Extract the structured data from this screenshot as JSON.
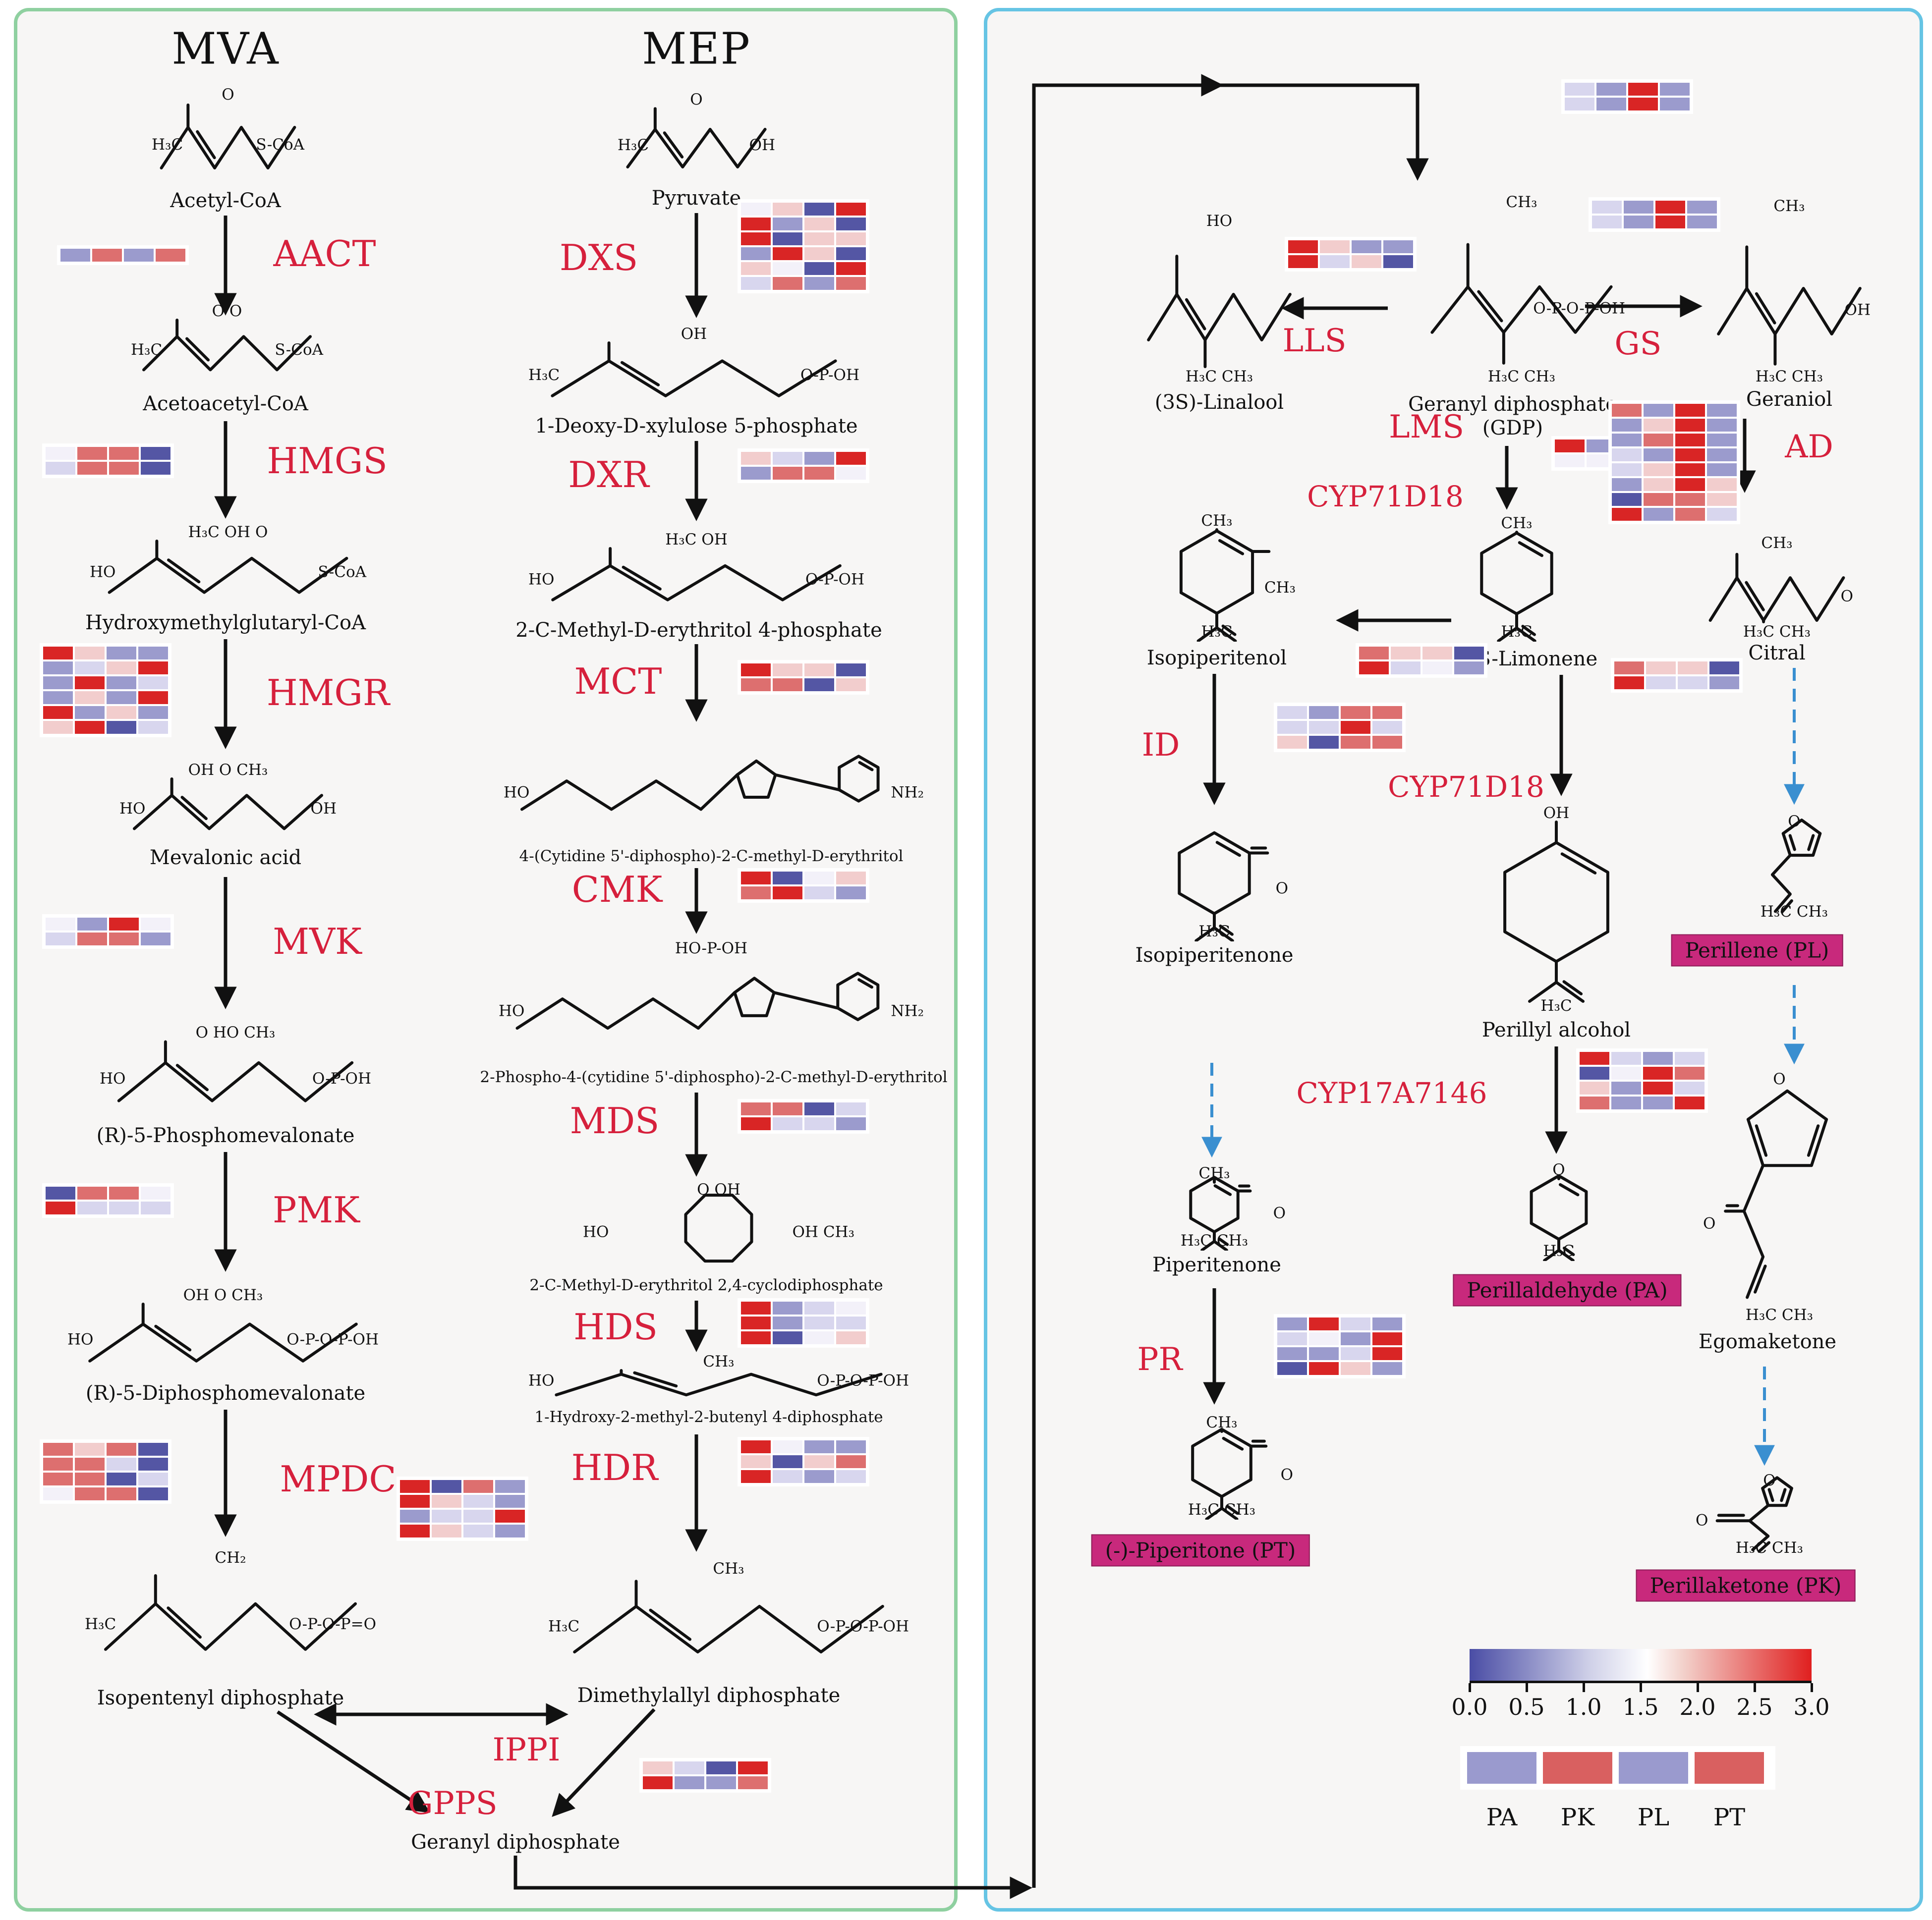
{
  "titles": {
    "mva": "MVA",
    "mep": "MEP"
  },
  "panel_colors": {
    "left_border": "#8fd0a0",
    "right_border": "#66c4e4",
    "fill": "#f7f6f5"
  },
  "palette": {
    "R": "#d92525",
    "r": "#dd6f6f",
    "p": "#f2cdcd",
    "w": "#f3f1f9",
    "l": "#d8d6ee",
    "m": "#9b9bcd",
    "B": "#5456a4"
  },
  "arrow_colors": {
    "black": "#111111",
    "blue": "#3a8fd0"
  },
  "highlight_color": "#c8297c",
  "compounds": [
    {
      "name": "Acetyl-CoA",
      "marks": {
        "t": "O",
        "l": "H₃C",
        "r": "S-CoA"
      }
    },
    {
      "name": "Acetoacetyl-CoA",
      "marks": {
        "t": "O        O",
        "l": "H₃C",
        "r": "S-CoA"
      }
    },
    {
      "name": "Hydroxymethylglutaryl-CoA",
      "marks": {
        "t": "H₃C  OH  O",
        "l": "HO",
        "r": "S-CoA"
      }
    },
    {
      "name": "Mevalonic acid",
      "marks": {
        "t": "OH O    CH₃",
        "l": "HO",
        "r": "OH"
      }
    },
    {
      "name": "(R)-5-Phosphomevalonate",
      "marks": {
        "t": "O HO   CH₃",
        "l": "HO",
        "r": "O-P-OH"
      }
    },
    {
      "name": "(R)-5-Diphosphomevalonate",
      "marks": {
        "t": "OH O    CH₃",
        "l": "HO",
        "r": "O-P-O-P-OH"
      }
    },
    {
      "name": "Isopentenyl diphosphate",
      "marks": {
        "t": "CH₂",
        "l": "H₃C",
        "r": "O-P-O-P=O"
      }
    },
    {
      "name": "Pyruvate",
      "marks": {
        "t": "O",
        "l": "H₃C",
        "r": "OH"
      }
    },
    {
      "name": "1-Deoxy-D-xylulose 5-phosphate",
      "marks": {
        "t": "OH",
        "l": "H₃C",
        "r": "O-P-OH"
      }
    },
    {
      "name": "2-C-Methyl-D-erythritol 4-phosphate",
      "marks": {
        "t": "H₃C  OH",
        "l": "HO",
        "r": "O-P-OH"
      }
    },
    {
      "name": "4-(Cytidine 5'-diphospho)-2-C-methyl-D-erythritol",
      "marks": {
        "l": "HO",
        "r": "NH₂"
      }
    },
    {
      "name": "2-Phospho-4-(cytidine 5'-diphospho)-2-C-methyl-D-erythritol",
      "marks": {
        "t": "HO-P-OH",
        "l": "HO",
        "r": "NH₂"
      }
    },
    {
      "name": "2-C-Methyl-D-erythritol 2,4-cyclodiphosphate",
      "marks": {
        "t": "O   OH",
        "l": "HO",
        "r": "OH  CH₃"
      }
    },
    {
      "name": "1-Hydroxy-2-methyl-2-butenyl 4-diphosphate",
      "marks": {
        "t": "CH₃",
        "l": "HO",
        "r": "O-P-O-P-OH"
      }
    },
    {
      "name": "Dimethylallyl diphosphate",
      "marks": {
        "t": "CH₃",
        "l": "H₃C",
        "r": "O-P-O-P-OH"
      }
    },
    {
      "name": "Geranyl diphosphate",
      "marks": {}
    },
    {
      "name": "(3S)-Linalool",
      "marks": {
        "t": "HO",
        "b": "H₃C     CH₃"
      }
    },
    {
      "name": "Geranyl diphosphate",
      "name2": "(GDP)",
      "marks": {
        "t": "CH₃",
        "r": "O-P-O-P-OH",
        "b": "H₃C     CH₃"
      }
    },
    {
      "name": "Geraniol",
      "marks": {
        "t": "CH₃",
        "r": "OH",
        "b": "H₃C     CH₃"
      }
    },
    {
      "name": "Isopiperitenol",
      "marks": {
        "t": "CH₃",
        "r": "CH₃",
        "b": "H₃C"
      }
    },
    {
      "name": "(-)-4S-Limonene",
      "marks": {
        "t": "CH₃",
        "b": "H₃C"
      }
    },
    {
      "name": "Citral",
      "marks": {
        "t": "CH₃",
        "r": "O",
        "b": "H₃C    CH₃"
      }
    },
    {
      "name": "Isopiperitenone",
      "marks": {
        "r": "O",
        "b": "H₃C"
      }
    },
    {
      "name": "Perillyl alcohol",
      "marks": {
        "t": "OH",
        "b": "H₃C"
      }
    },
    {
      "name": "Perillene (PL)",
      "marks": {
        "t": "O",
        "b": "H₃C    CH₃"
      }
    },
    {
      "name": "Piperitenone",
      "marks": {
        "t": "CH₃",
        "r": "O",
        "b": "H₃C   CH₃"
      }
    },
    {
      "name": "Perillaldehyde (PA)",
      "marks": {
        "t": "O",
        "b": "H₃C"
      }
    },
    {
      "name": "Egomaketone",
      "marks": {
        "t": "O",
        "l": "O",
        "b": "H₃C    CH₃"
      }
    },
    {
      "name": "(-)-Piperitone (PT)",
      "marks": {
        "t": "CH₃",
        "r": "O",
        "b": "H₃C   CH₃"
      }
    },
    {
      "name": "Perillaketone (PK)",
      "marks": {
        "t": "O",
        "l": "O",
        "b": "H₃C    CH₃"
      }
    }
  ],
  "enzymes": [
    {
      "label": "AACT"
    },
    {
      "label": "HMGS"
    },
    {
      "label": "HMGR"
    },
    {
      "label": "MVK"
    },
    {
      "label": "PMK"
    },
    {
      "label": "MPDC"
    },
    {
      "label": "IPPI"
    },
    {
      "label": "GPPS"
    },
    {
      "label": "DXS"
    },
    {
      "label": "DXR"
    },
    {
      "label": "MCT"
    },
    {
      "label": "CMK"
    },
    {
      "label": "MDS"
    },
    {
      "label": "HDS"
    },
    {
      "label": "HDR"
    },
    {
      "label": "LLS"
    },
    {
      "label": "GS"
    },
    {
      "label": "LMS"
    },
    {
      "label": "AD"
    },
    {
      "label": "CYP71D18"
    },
    {
      "label": "ID"
    },
    {
      "label": "CYP71D18"
    },
    {
      "label": "CYP17A7146"
    },
    {
      "label": "PR"
    }
  ],
  "heatmaps": {
    "aact": [
      "mrmr"
    ],
    "hmgs": [
      "wrrB",
      "lrrB"
    ],
    "hmgr": [
      "Rpmm",
      "mlpR",
      "mRml",
      "mpmR",
      "Rmpm",
      "pRBl"
    ],
    "mvk": [
      "wmRw",
      "lrrm"
    ],
    "pmk": [
      "Brrw",
      "Rlll"
    ],
    "mpdc": [
      "rprB",
      "rrlB",
      "rrBl",
      "wrrB"
    ],
    "ippi": [
      "RBrm",
      "Rplm",
      "mllR",
      "Rplm"
    ],
    "gpps": [
      "plBR",
      "Rmmr"
    ],
    "dxs": [
      "wpBR",
      "RmpB",
      "RBpp",
      "mRpB",
      "pwBR",
      "lrmr"
    ],
    "dxr": [
      "plmR",
      "mrrw"
    ],
    "mct": [
      "RppB",
      "rrBp"
    ],
    "cmk": [
      "RBwp",
      "rRlm"
    ],
    "mds": [
      "rrBl",
      "Rllm"
    ],
    "hds": [
      "Rmlw",
      "Rmll",
      "RBwp"
    ],
    "hdr": [
      "Rwmm",
      "pBpr",
      "Rlml"
    ],
    "gdpt": [
      "lmRm",
      "lmRm"
    ],
    "gs": [
      "lmRm",
      "lmRm"
    ],
    "lls": [
      "Rpmm",
      "RlpB"
    ],
    "lms": [
      "Rmlm",
      "wwww"
    ],
    "ad": [
      "rmRm",
      "mpRm",
      "mrRm",
      "lmRm",
      "lpRm",
      "mpRp",
      "Brrp",
      "Rmrl"
    ],
    "cyp71a": [
      "rppB",
      "Rlwm"
    ],
    "cyp71b": [
      "rppB",
      "Rllm"
    ],
    "id": [
      "lmrr",
      "llRl",
      "pBrr"
    ],
    "cyp17": [
      "Rlml",
      "BwRr",
      "pmRl",
      "rmmR"
    ],
    "pr": [
      "mRlm",
      "lwmR",
      "mmlR",
      "BRpm"
    ]
  },
  "legend": {
    "gradient": [
      "#4a4da5",
      "#ffffff",
      "#e01f1f"
    ],
    "ticks": [
      "0.0",
      "0.5",
      "1.0",
      "1.5",
      "2.0",
      "2.5",
      "3.0"
    ],
    "samples": [
      {
        "label": "PA",
        "color": "#9a9ace"
      },
      {
        "label": "PK",
        "color": "#d96060"
      },
      {
        "label": "PL",
        "color": "#9a9ace"
      },
      {
        "label": "PT",
        "color": "#d96060"
      }
    ]
  }
}
